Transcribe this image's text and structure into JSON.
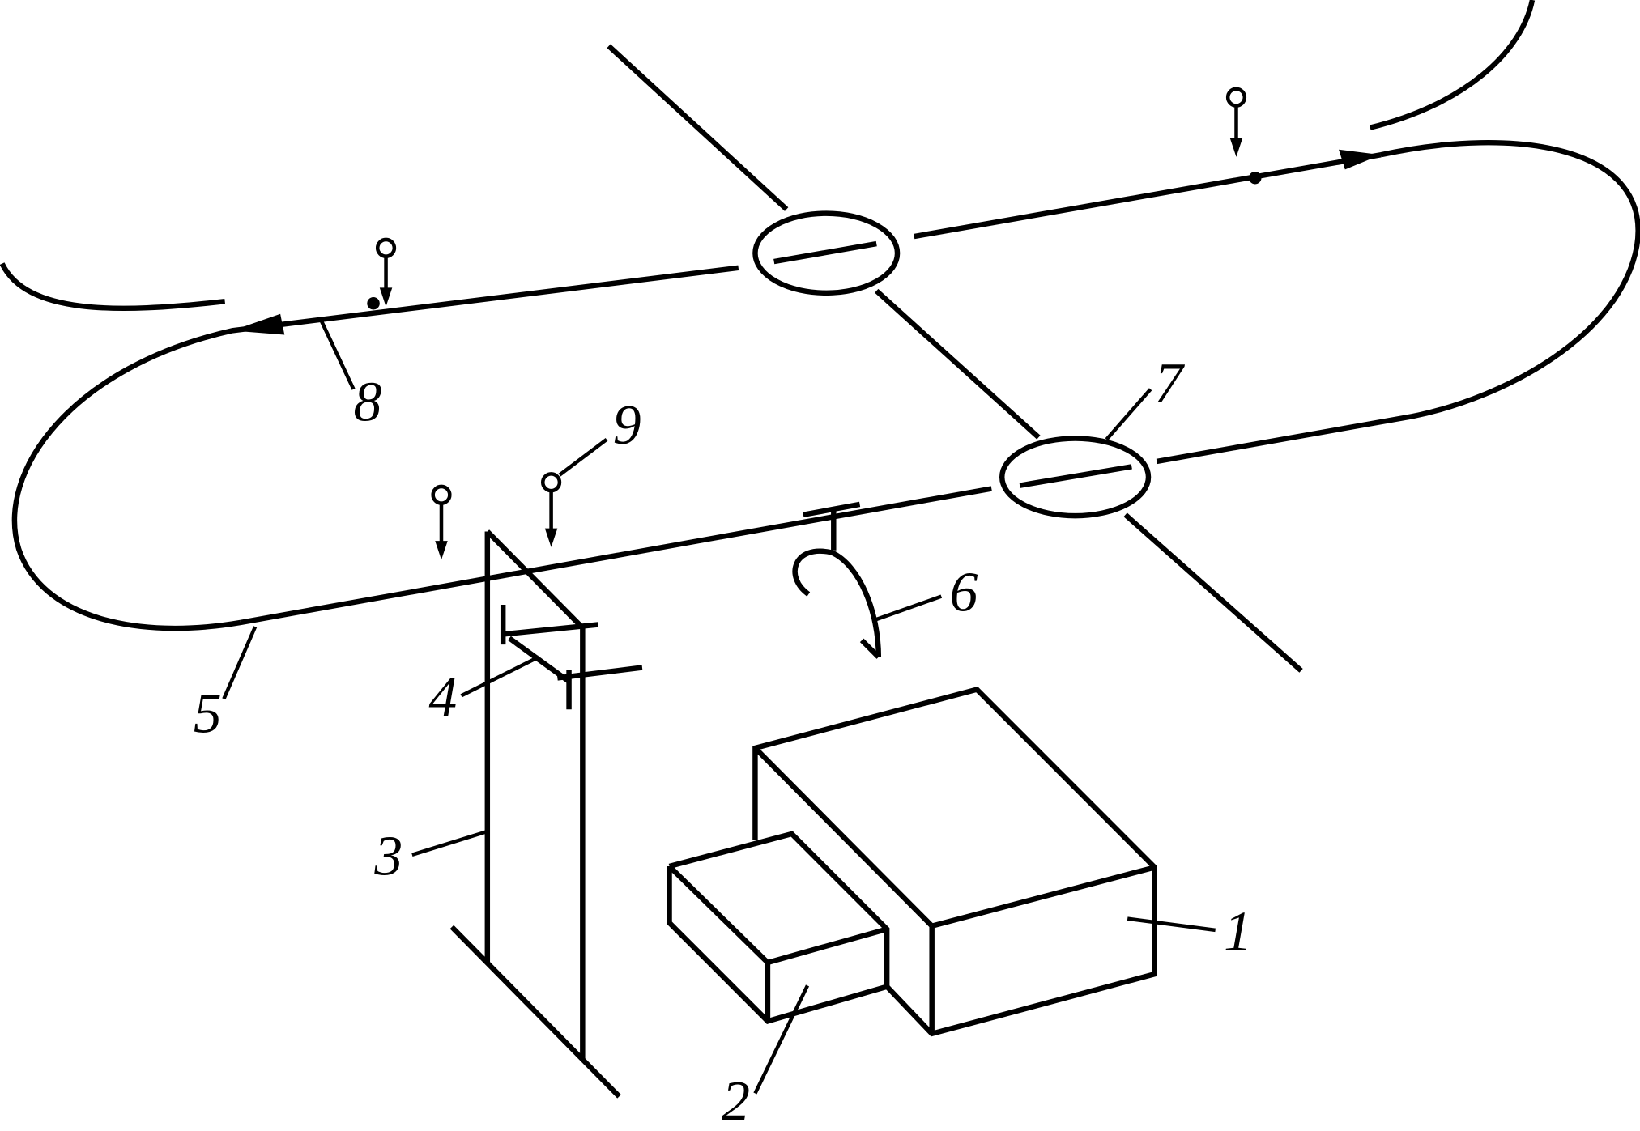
{
  "colors": {
    "stroke": "#000000",
    "background": "#ffffff"
  },
  "labels": {
    "l1": "1",
    "l2": "2",
    "l3": "3",
    "l4": "4",
    "l5": "5",
    "l6": "6",
    "l7": "7",
    "l8": "8",
    "l9": "9"
  }
}
